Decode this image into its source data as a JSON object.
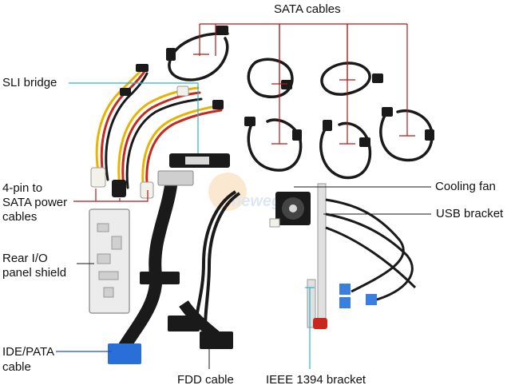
{
  "labels": {
    "sata_cables": "SATA cables",
    "sli_bridge": "SLI bridge",
    "power_1": "4-pin to",
    "power_2": "SATA power",
    "power_3": "cables",
    "rear_io_1": "Rear I/O",
    "rear_io_2": "panel shield",
    "ide_1": "IDE/PATA",
    "ide_2": "cable",
    "fdd": "FDD cable",
    "ieee": "IEEE 1394 bracket",
    "cooling_fan": "Cooling fan",
    "usb_bracket": "USB bracket"
  },
  "watermark": "newegg",
  "colors": {
    "leader_red": "#b01818",
    "leader_cyan": "#29b6c8",
    "leader_blue": "#1f4fd6",
    "cable_black": "#1a1a1a",
    "wire_yellow": "#e8b400",
    "wire_red": "#c8281e",
    "ide_blue": "#2a6fd8",
    "usb_blue": "#3a7fe0"
  }
}
